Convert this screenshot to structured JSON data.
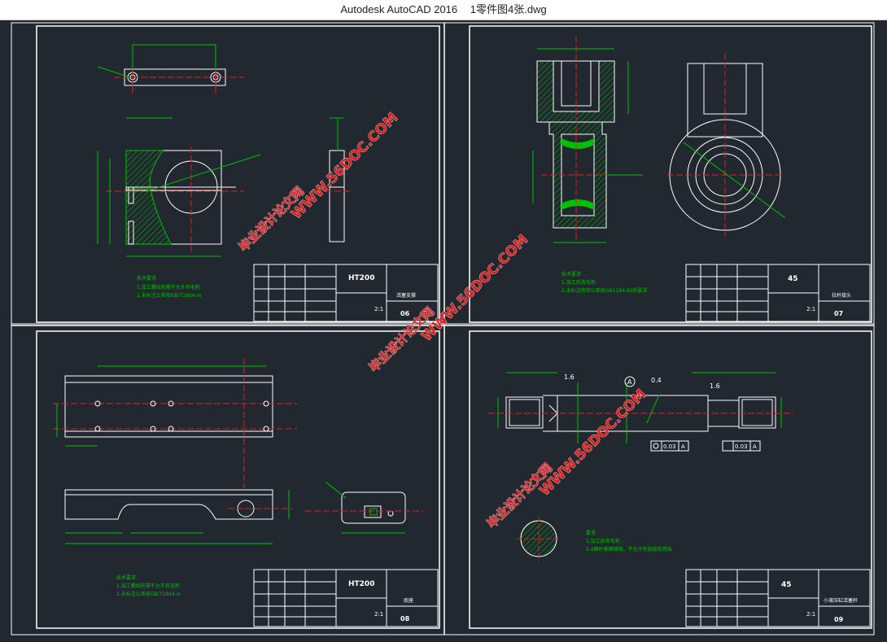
{
  "window": {
    "app_title": "Autodesk AutoCAD 2016",
    "file_name": "1零件图4张.dwg"
  },
  "colors": {
    "background": "#212830",
    "frame": "#ffffff",
    "geometry": "#ffffff",
    "dimension": "#00c000",
    "centerline": "#e02020",
    "watermark": "#e02020"
  },
  "sheets": [
    {
      "material": "HT200",
      "part_name": "活塞支撑",
      "drawing_no": "06",
      "scale": "2:1",
      "notes": [
        "技术要求",
        "1.加工螺纹前需不允许有毛刺",
        "2.未标注公差按GB/T1804-m"
      ]
    },
    {
      "material": "45",
      "part_name": "拉杆接头",
      "drawing_no": "07",
      "scale": "2:1",
      "notes": [
        "技术要求",
        "1.加工后去毛刺",
        "2.未标注形状公差按GB1184-80的要求"
      ]
    },
    {
      "material": "HT200",
      "part_name": "底座",
      "drawing_no": "08",
      "scale": "2:1",
      "notes": [
        "技术要求",
        "1.加工螺纹前需不允许有毛刺",
        "2.未标注公差按GB/T1804-m"
      ]
    },
    {
      "material": "45",
      "part_name": "小液压缸活塞杆",
      "drawing_no": "09",
      "scale": "2:1",
      "notes": [
        "要求",
        "1.加工后去毛刺",
        "2.4面杆表面镀铬，不允许有划痕及锈蚀"
      ]
    }
  ],
  "annotations": {
    "roughness_1": "1.6",
    "roughness_2": "0.4",
    "roughness_3": "1.6",
    "datum": "A",
    "tol_1": "0.03",
    "tol_2": "0.03",
    "tol_ref": "A"
  },
  "watermarks": {
    "url": "WWW.56DOC.COM",
    "cn": "毕业设计论文网"
  }
}
